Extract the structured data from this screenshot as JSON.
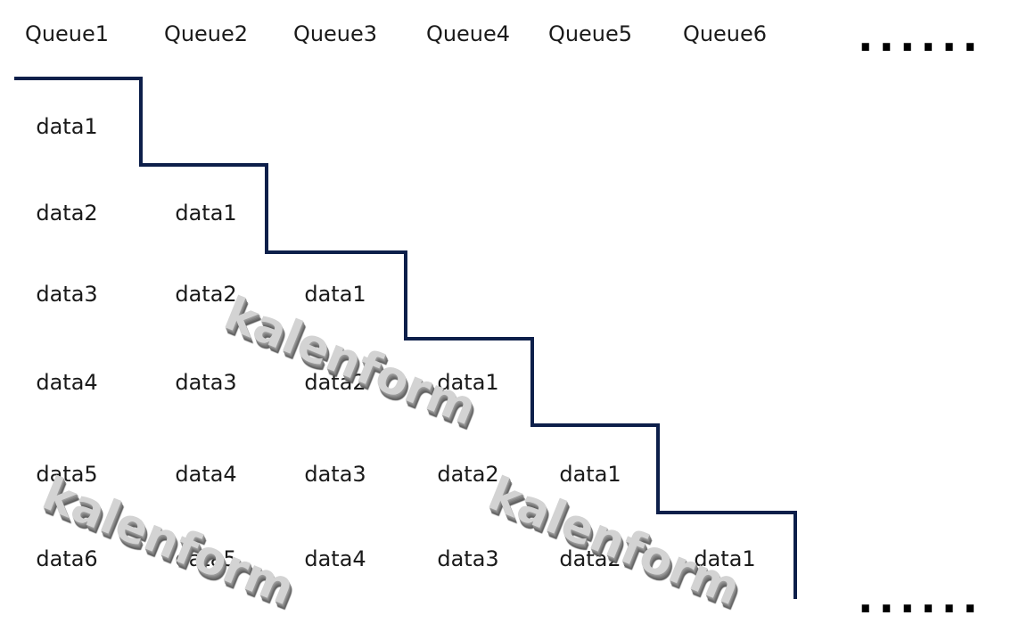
{
  "queues": [
    "Queue1",
    "Queue2",
    "Queue3",
    "Queue4",
    "Queue5",
    "Queue6"
  ],
  "ellipsis": "......",
  "rows": [
    [
      "data1"
    ],
    [
      "data2",
      "data1"
    ],
    [
      "data3",
      "data2",
      "data1"
    ],
    [
      "data4",
      "data3",
      "data2",
      "data1"
    ],
    [
      "data5",
      "data4",
      "data3",
      "data2",
      "data1"
    ],
    [
      "data6",
      "data5",
      "data4",
      "data3",
      "data2",
      "data1"
    ]
  ],
  "watermark": "kalenform",
  "colors": {
    "stair_line": "#0d1f4a",
    "text": "#1a1a1a"
  }
}
